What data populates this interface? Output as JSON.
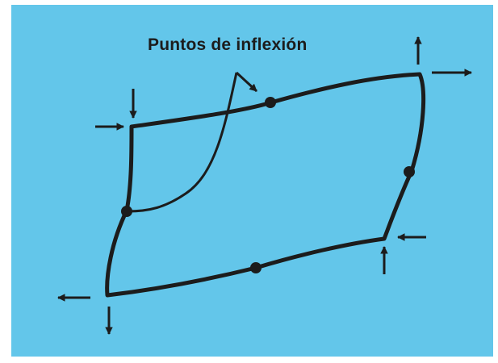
{
  "diagram": {
    "title": "Puntos de inflexión",
    "colors": {
      "background": "#63c6ea",
      "ink": "#1c1c1c",
      "border": "#ffffff"
    },
    "elements": {
      "loop": "closed-curve",
      "inflection_points": 4,
      "loading_arrows": 8
    }
  }
}
